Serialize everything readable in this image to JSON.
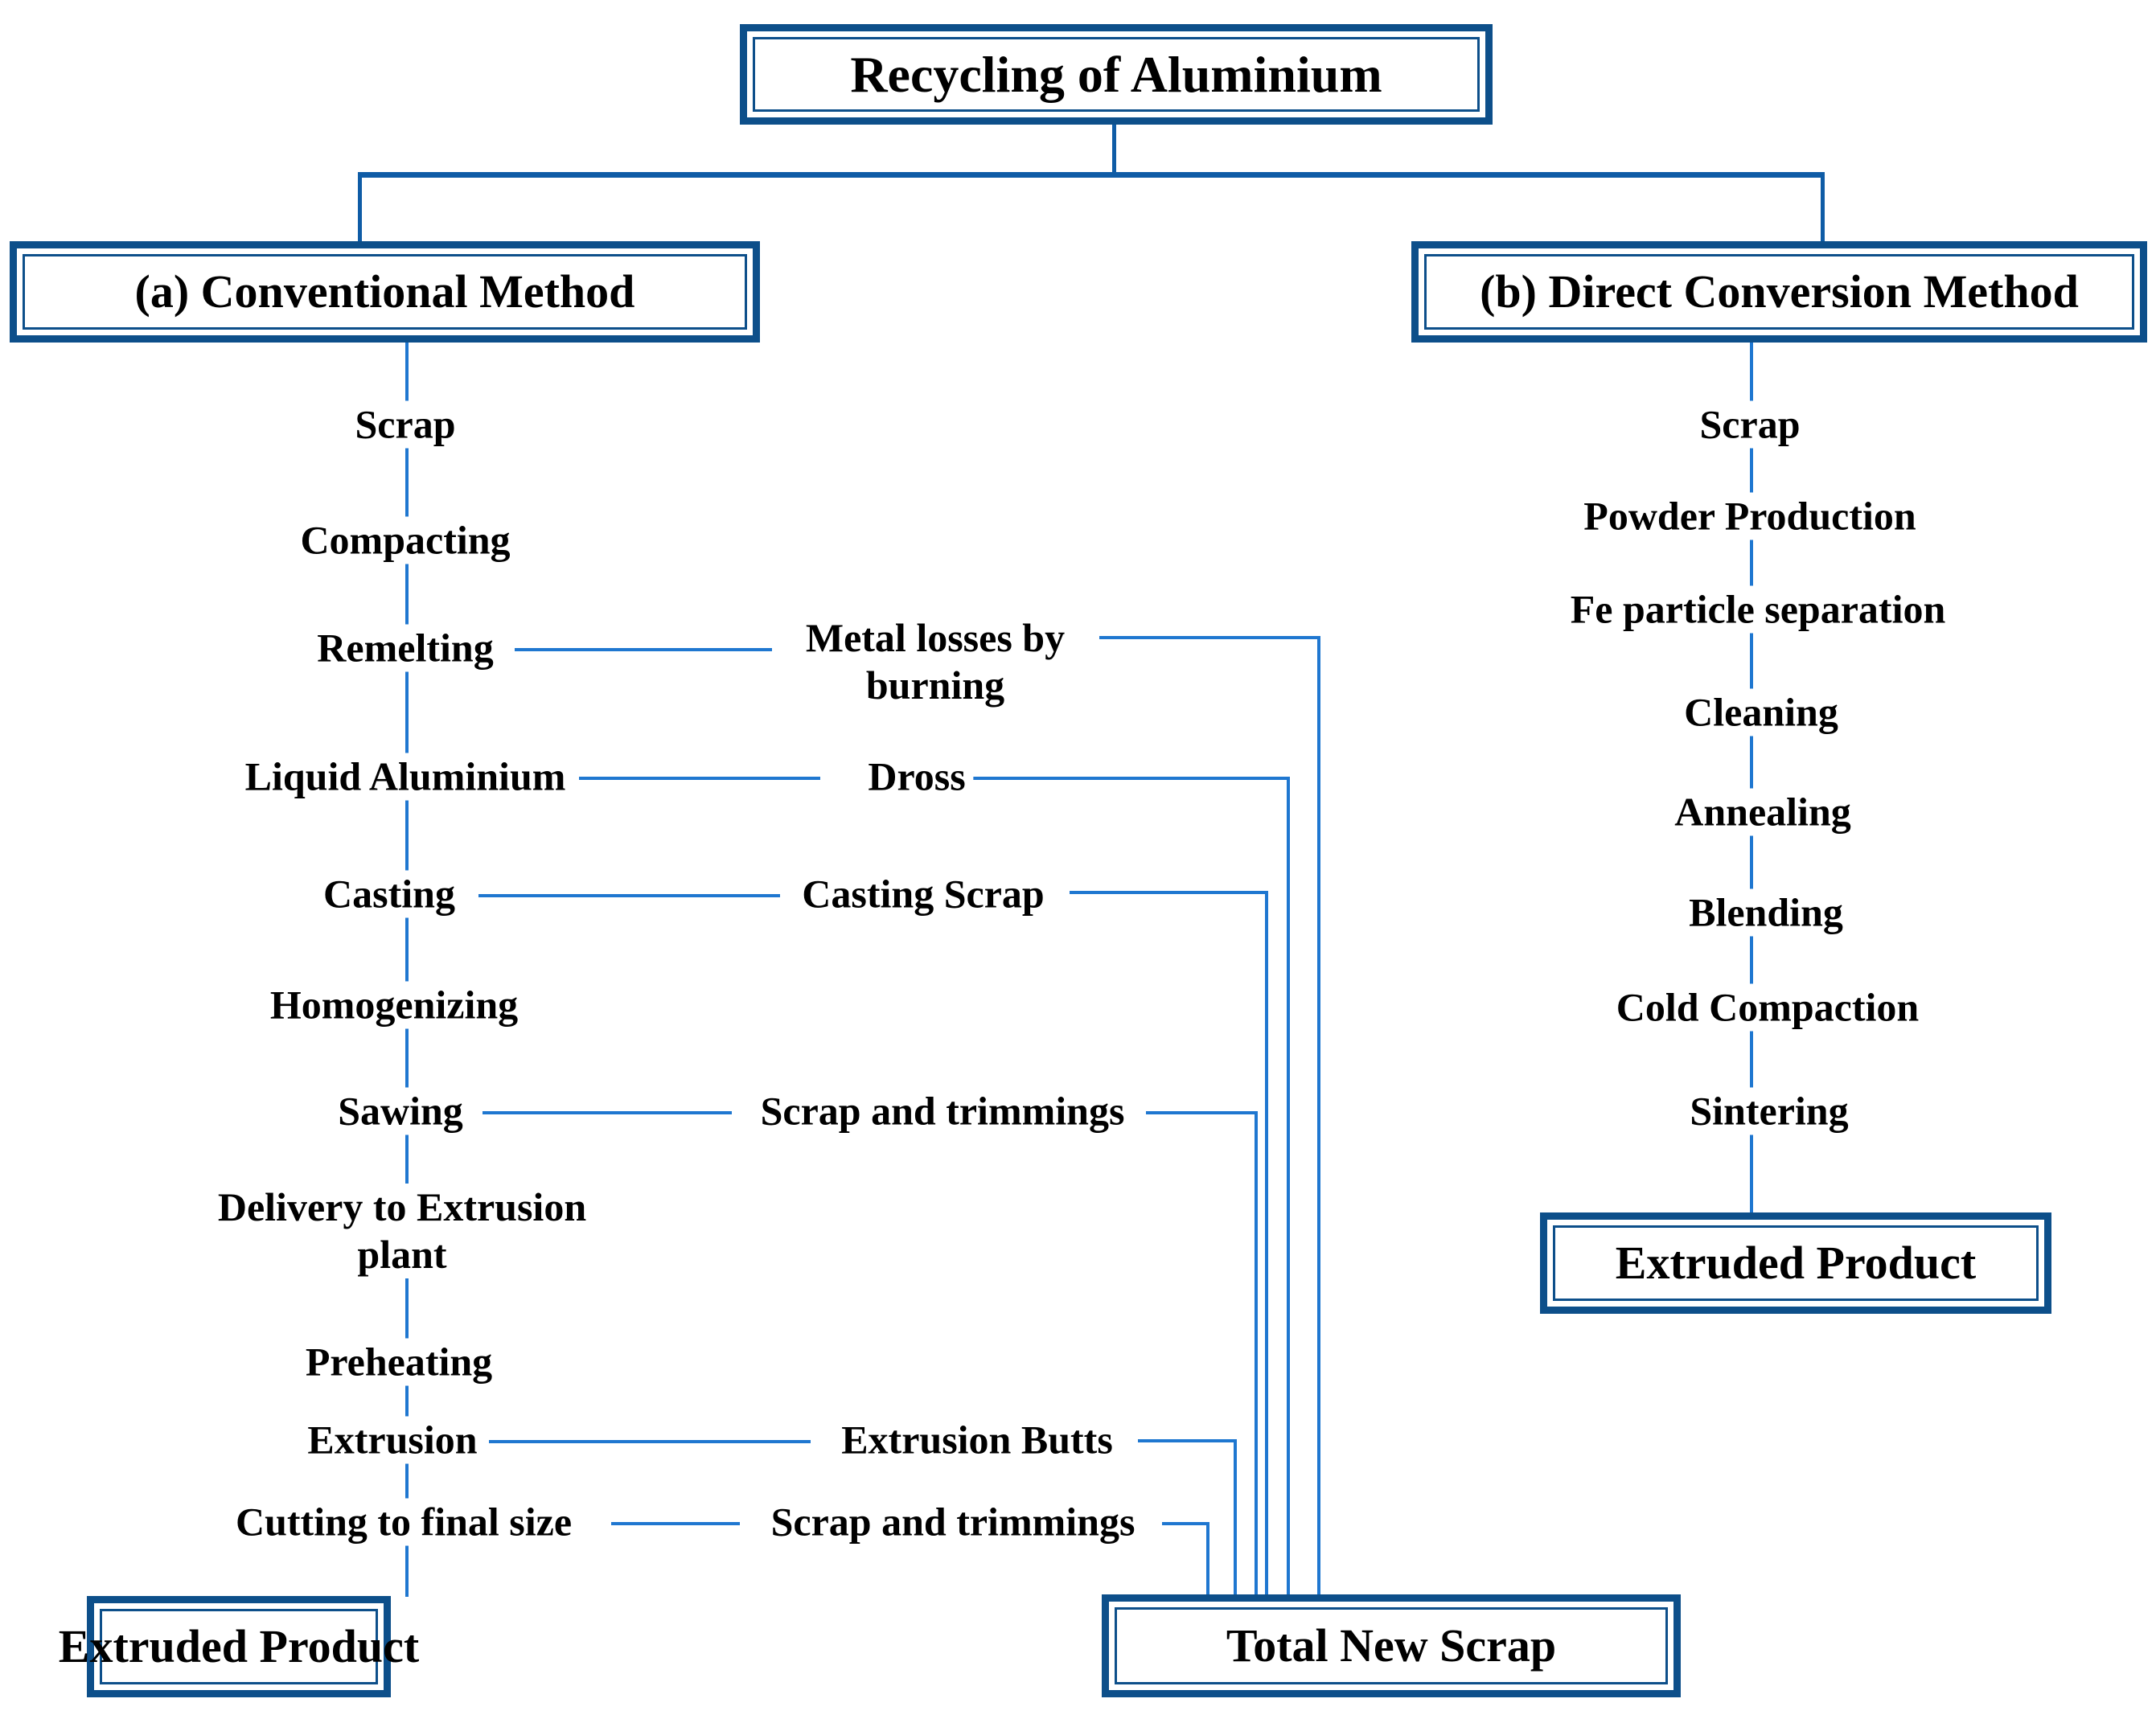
{
  "diagram": {
    "title": "Recycling of Aluminium",
    "root": {
      "label": "Recycling of Aluminium"
    },
    "branches": [
      {
        "id": "conventional",
        "label": "(a) Conventional Method"
      },
      {
        "id": "direct",
        "label": "(b) Direct Conversion Method"
      }
    ],
    "conventional_steps": [
      {
        "label": "Scrap"
      },
      {
        "label": "Compacting"
      },
      {
        "label": "Remelting"
      },
      {
        "label": "Liquid Aluminium"
      },
      {
        "label": "Casting"
      },
      {
        "label": "Homogenizing"
      },
      {
        "label": "Sawing"
      },
      {
        "label": "Delivery to Extrusion\nplant"
      },
      {
        "label": "Preheating"
      },
      {
        "label": "Extrusion"
      },
      {
        "label": "Cutting to final size"
      }
    ],
    "loss_streams": [
      {
        "from": "Remelting",
        "label": "Metal losses by\nburning"
      },
      {
        "from": "Liquid Aluminium",
        "label": "Dross"
      },
      {
        "from": "Casting",
        "label": "Casting Scrap"
      },
      {
        "from": "Sawing",
        "label": "Scrap and trimmings"
      },
      {
        "from": "Extrusion",
        "label": "Extrusion Butts"
      },
      {
        "from": "Cutting to final size",
        "label": "Scrap and trimmings"
      }
    ],
    "direct_steps": [
      {
        "label": "Scrap"
      },
      {
        "label": "Powder Production"
      },
      {
        "label": "Fe particle separation"
      },
      {
        "label": "Cleaning"
      },
      {
        "label": "Annealing"
      },
      {
        "label": "Blending"
      },
      {
        "label": "Cold Compaction"
      },
      {
        "label": "Sintering"
      }
    ],
    "outputs": [
      {
        "id": "extruded-left",
        "label": "Extruded Product"
      },
      {
        "id": "total-scrap",
        "label": "Total New Scrap"
      },
      {
        "id": "extruded-right",
        "label": "Extruded Product"
      }
    ],
    "colors": {
      "box_border": "#0d4f8a",
      "connector": "#1f77d0",
      "text": "#000000",
      "background": "#ffffff"
    }
  }
}
